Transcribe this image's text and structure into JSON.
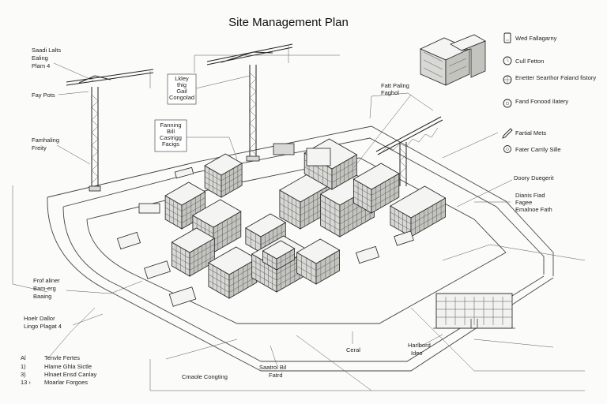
{
  "title": "Site Management Plan",
  "labels_left": [
    {
      "key": "l1",
      "lines": [
        "Saadi Lalts",
        "Ealing",
        "Plam 4"
      ]
    },
    {
      "key": "l2",
      "lines": [
        "Fay Pots"
      ]
    },
    {
      "key": "l3",
      "lines": [
        "Famhaling",
        "Freity"
      ]
    },
    {
      "key": "l4",
      "lines": [
        "Frof aliner",
        "Bam-erg",
        "Baaing"
      ]
    },
    {
      "key": "l5",
      "lines": [
        "Hoelr Dallor",
        "Lingo Plagat 4"
      ]
    }
  ],
  "labels_center": [
    {
      "key": "c1",
      "lines": [
        "Lkley",
        "thig",
        "Gail",
        "Congolad"
      ]
    },
    {
      "key": "c2",
      "lines": [
        "Fanning",
        "Bill",
        "Castrigg",
        "Facigs"
      ]
    },
    {
      "key": "c3",
      "lines": [
        "Fatt Paling",
        "Faghol"
      ]
    },
    {
      "key": "c4",
      "lines": [
        "Doory Duegerit"
      ]
    },
    {
      "key": "c5",
      "lines": [
        "Dianis Fiad",
        "Fagee",
        "Emalnoe Fath"
      ]
    }
  ],
  "legend_right": [
    {
      "icon": "phone-icon",
      "label": "Wed Fallagarny"
    },
    {
      "icon": "clock-icon",
      "label": "Cull Fetton"
    },
    {
      "icon": "globe-icon",
      "label": "Enetter Searthor\nFaland fistory"
    },
    {
      "icon": "gear-icon",
      "label": "Fand Fonood\nIlatery"
    },
    {
      "icon": "pen-icon",
      "label": "Fartial Mets"
    },
    {
      "icon": "gear-small-icon",
      "label": "Fater Carrily Sille"
    }
  ],
  "legend_bottom_left": [
    {
      "num": "Al",
      "label": "Tenvle Fertes"
    },
    {
      "num": "1)",
      "label": "Hlame Ghla Sictle"
    },
    {
      "num": "3)",
      "label": "Hlnaet Ensd Canlay"
    },
    {
      "num": "13 ›",
      "label": "Moarlar Forgoes"
    }
  ],
  "labels_bottom": [
    {
      "key": "b1",
      "lines": [
        "Cmaole Congting"
      ]
    },
    {
      "key": "b2",
      "lines": [
        "Saatrol Bil",
        "Fatrd"
      ]
    },
    {
      "key": "b3",
      "lines": [
        "Ceral"
      ]
    },
    {
      "key": "b4",
      "lines": [
        "Harlbord",
        "Ideo"
      ]
    }
  ]
}
